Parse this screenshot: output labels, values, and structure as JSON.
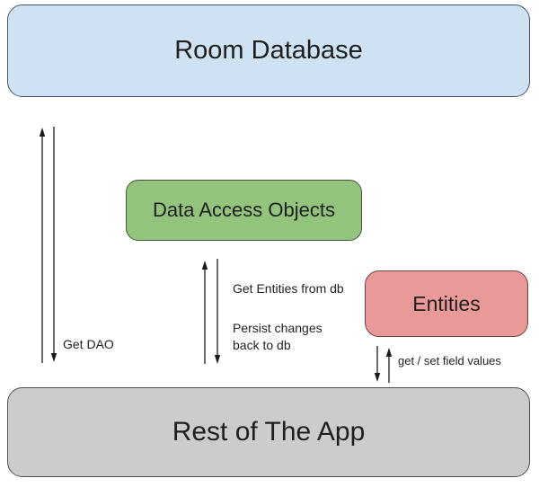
{
  "diagram": {
    "background": "#ffffff",
    "arrow_color": "#1a1a1a",
    "text_color": "#1f1f1f",
    "nodes": {
      "room_database": {
        "label": "Room Database",
        "fill": "#cfe2f3",
        "border": "#4a5460"
      },
      "dao": {
        "label": "Data Access Objects",
        "fill": "#93c47d",
        "border": "#46553c"
      },
      "entities": {
        "label": "Entities",
        "fill": "#ea9999",
        "border": "#6d4747"
      },
      "app": {
        "label": "Rest of The App",
        "fill": "#cccccc",
        "border": "#515151"
      }
    },
    "edges": {
      "room_app": {
        "label": "Get DAO",
        "direction": "bidirectional"
      },
      "dao_app": {
        "label_up": "Get Entities from db",
        "label_down": "Persist changes\nback to db",
        "direction": "bidirectional"
      },
      "entities_app": {
        "label": "get / set field values",
        "direction": "bidirectional"
      }
    }
  }
}
